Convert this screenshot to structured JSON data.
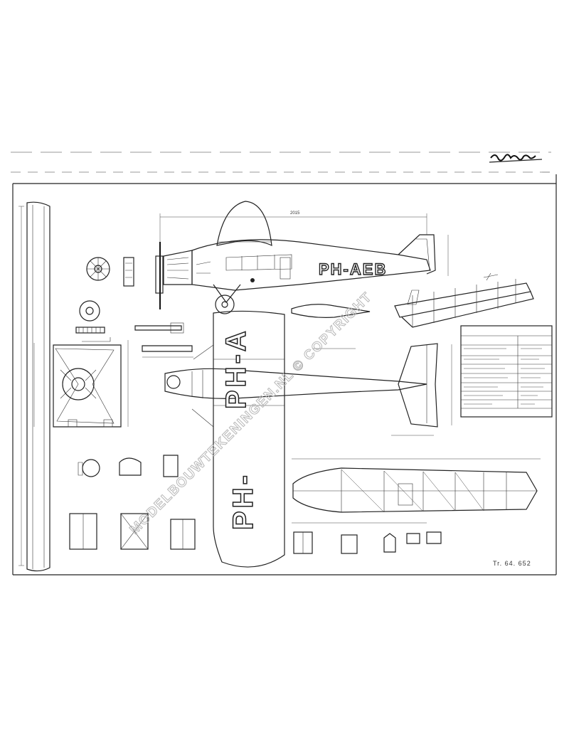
{
  "signature": "de Jonge",
  "registration_side": "PH-AEB",
  "registration_wing_top": "PH-A",
  "registration_wing_bottom": "PH-",
  "watermark": "MODELBOUWTEKENINGEN.NL © COPYRIGHT",
  "drawing_number": "Tr. 64. 652",
  "colors": {
    "ink": "#222222",
    "paper": "#ffffff",
    "watermark": "#b8b8b8"
  }
}
